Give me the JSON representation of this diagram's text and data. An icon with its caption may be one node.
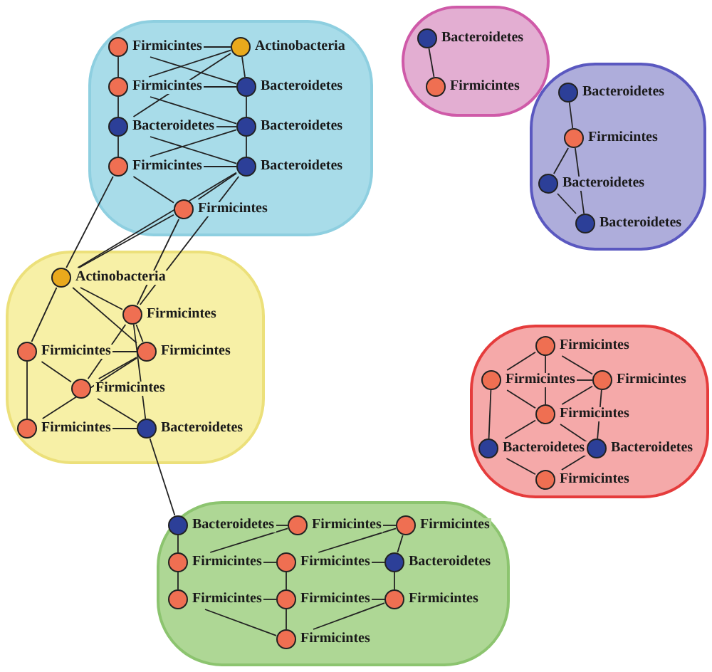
{
  "diagram": {
    "nodes": [
      {
        "text": [],
        "shape": "blob"
      },
      {
        "text": [
          "Actinobacteria"
        ],
        "in": 0
      },
      {
        "text": [
          "Firmicintes"
        ],
        "in": 0
      },
      {
        "text": [
          "Firmicintes"
        ],
        "in": 0
      },
      {
        "text": [
          "Bacteroidetes"
        ],
        "in": 0
      },
      {
        "text": [
          "Bacteroidetes"
        ],
        "in": 0
      },
      {
        "text": [
          "Bacteroidetes"
        ],
        "in": 0
      },
      {
        "text": [
          "Firmicintes"
        ],
        "in": 0
      },
      {
        "text": [
          "Bacteroidetes"
        ],
        "in": 0
      },
      {
        "text": [
          "Firmicintes"
        ],
        "in": 0
      },
      {
        "text": [],
        "shape": "blob"
      },
      {
        "text": [
          "Actinobacteria"
        ],
        "in": 10
      },
      {
        "text": [
          "Firmicintes"
        ],
        "in": 10
      },
      {
        "text": [
          "Firmicintes"
        ],
        "in": 10
      },
      {
        "text": [
          "Firmicintes"
        ],
        "in": 10
      },
      {
        "text": [
          "Firmicintes"
        ],
        "in": 10
      },
      {
        "text": [
          "Firmicintes"
        ],
        "in": 10
      },
      {
        "text": [
          "Bacteroidetes"
        ],
        "in": 10
      },
      {
        "text": [],
        "shape": "blob"
      },
      {
        "text": [
          "Bacteroidetes"
        ],
        "in": 18
      },
      {
        "text": [
          "Firmicintes"
        ],
        "in": 18
      },
      {
        "text": [
          "Firmicintes"
        ],
        "in": 18
      },
      {
        "text": [
          "Firmicintes"
        ],
        "in": 18
      },
      {
        "text": [
          "Firmicintes"
        ],
        "in": 18
      },
      {
        "text": [
          "Bacteroidetes"
        ],
        "in": 18
      },
      {
        "text": [
          "Firmicintes"
        ],
        "in": 18
      },
      {
        "text": [
          "Firmicintes"
        ],
        "in": 18
      },
      {
        "text": [
          "Firmicintes"
        ],
        "in": 18
      },
      {
        "text": [
          "Firmicintes"
        ],
        "in": 18
      },
      {
        "text": [],
        "shape": "blob"
      },
      {
        "text": [
          "Bacteroidetes"
        ],
        "in": 29
      },
      {
        "text": [
          "Firmicintes"
        ],
        "in": 29
      },
      {
        "text": [],
        "shape": "blob"
      },
      {
        "text": [
          "Bacteroidetes"
        ],
        "in": 32
      },
      {
        "text": [
          "Firmicintes"
        ],
        "in": 32
      },
      {
        "text": [
          "Bacteroidetes"
        ],
        "in": 32
      },
      {
        "text": [
          "Bacteroidetes"
        ],
        "in": 32
      },
      {
        "text": [],
        "shape": "blob"
      },
      {
        "text": [
          "Firmicintes"
        ],
        "in": 37
      },
      {
        "text": [
          "Firmicintes"
        ],
        "in": 37
      },
      {
        "text": [
          "Firmicintes"
        ],
        "in": 37
      },
      {
        "text": [
          "Firmicintes"
        ],
        "in": 37
      },
      {
        "text": [
          "Bacteroidetes"
        ],
        "in": 37
      },
      {
        "text": [
          "Bacteroidetes"
        ],
        "in": 37
      },
      {
        "text": [
          "Firmicintes"
        ],
        "in": 37
      }
    ],
    "edges": [
      {
        "from": 1,
        "to": 2,
        "arrow": "none"
      },
      {
        "from": 1,
        "to": 3,
        "arrow": "none"
      },
      {
        "from": 1,
        "to": 4,
        "arrow": "none"
      },
      {
        "from": 1,
        "to": 5,
        "arrow": "none"
      },
      {
        "from": 2,
        "to": 3,
        "arrow": "none"
      },
      {
        "from": 2,
        "to": 4,
        "arrow": "none"
      },
      {
        "from": 3,
        "to": 4,
        "arrow": "none"
      },
      {
        "from": 3,
        "to": 5,
        "arrow": "none"
      },
      {
        "from": 3,
        "to": 6,
        "arrow": "none"
      },
      {
        "from": 4,
        "to": 6,
        "arrow": "none"
      },
      {
        "from": 5,
        "to": 6,
        "arrow": "none"
      },
      {
        "from": 5,
        "to": 7,
        "arrow": "none"
      },
      {
        "from": 5,
        "to": 8,
        "arrow": "none"
      },
      {
        "from": 6,
        "to": 7,
        "arrow": "none"
      },
      {
        "from": 6,
        "to": 8,
        "arrow": "none"
      },
      {
        "from": 7,
        "to": 8,
        "arrow": "none"
      },
      {
        "from": 7,
        "to": 9,
        "arrow": "none"
      },
      {
        "from": 8,
        "to": 9,
        "arrow": "none"
      },
      {
        "from": 7,
        "to": 11,
        "arrow": "none"
      },
      {
        "from": 8,
        "to": 11,
        "arrow": "none"
      },
      {
        "from": 9,
        "to": 11,
        "arrow": "none"
      },
      {
        "from": 9,
        "to": 12,
        "arrow": "none"
      },
      {
        "from": 8,
        "to": 12,
        "arrow": "none"
      },
      {
        "from": 11,
        "to": 12,
        "arrow": "none"
      },
      {
        "from": 11,
        "to": 13,
        "arrow": "none"
      },
      {
        "from": 11,
        "to": 14,
        "arrow": "none"
      },
      {
        "from": 12,
        "to": 14,
        "arrow": "none"
      },
      {
        "from": 12,
        "to": 15,
        "arrow": "none"
      },
      {
        "from": 13,
        "to": 14,
        "arrow": "none"
      },
      {
        "from": 13,
        "to": 15,
        "arrow": "none"
      },
      {
        "from": 13,
        "to": 16,
        "arrow": "none"
      },
      {
        "from": 14,
        "to": 15,
        "arrow": "none"
      },
      {
        "from": 14,
        "to": 16,
        "arrow": "none"
      },
      {
        "from": 15,
        "to": 17,
        "arrow": "none"
      },
      {
        "from": 16,
        "to": 17,
        "arrow": "none"
      },
      {
        "from": 12,
        "to": 17,
        "arrow": "none"
      },
      {
        "from": 17,
        "to": 19,
        "arrow": "none"
      },
      {
        "from": 19,
        "to": 20,
        "arrow": "none"
      },
      {
        "from": 19,
        "to": 22,
        "arrow": "none"
      },
      {
        "from": 20,
        "to": 21,
        "arrow": "none"
      },
      {
        "from": 20,
        "to": 22,
        "arrow": "none"
      },
      {
        "from": 21,
        "to": 23,
        "arrow": "none"
      },
      {
        "from": 21,
        "to": 24,
        "arrow": "none"
      },
      {
        "from": 22,
        "to": 23,
        "arrow": "none"
      },
      {
        "from": 22,
        "to": 25,
        "arrow": "none"
      },
      {
        "from": 23,
        "to": 24,
        "arrow": "none"
      },
      {
        "from": 23,
        "to": 26,
        "arrow": "none"
      },
      {
        "from": 24,
        "to": 27,
        "arrow": "none"
      },
      {
        "from": 25,
        "to": 26,
        "arrow": "none"
      },
      {
        "from": 26,
        "to": 27,
        "arrow": "none"
      },
      {
        "from": 25,
        "to": 28,
        "arrow": "none"
      },
      {
        "from": 26,
        "to": 28,
        "arrow": "none"
      },
      {
        "from": 27,
        "to": 28,
        "arrow": "none"
      },
      {
        "from": 30,
        "to": 31,
        "arrow": "none"
      },
      {
        "from": 33,
        "to": 34,
        "arrow": "none"
      },
      {
        "from": 34,
        "to": 35,
        "arrow": "none"
      },
      {
        "from": 34,
        "to": 36,
        "arrow": "none"
      },
      {
        "from": 35,
        "to": 36,
        "arrow": "none"
      },
      {
        "from": 38,
        "to": 39,
        "arrow": "none"
      },
      {
        "from": 38,
        "to": 40,
        "arrow": "none"
      },
      {
        "from": 38,
        "to": 41,
        "arrow": "none"
      },
      {
        "from": 39,
        "to": 40,
        "arrow": "none"
      },
      {
        "from": 39,
        "to": 41,
        "arrow": "none"
      },
      {
        "from": 40,
        "to": 41,
        "arrow": "none"
      },
      {
        "from": 39,
        "to": 42,
        "arrow": "none"
      },
      {
        "from": 41,
        "to": 42,
        "arrow": "none"
      },
      {
        "from": 41,
        "to": 43,
        "arrow": "none"
      },
      {
        "from": 40,
        "to": 43,
        "arrow": "none"
      },
      {
        "from": 42,
        "to": 44,
        "arrow": "none"
      },
      {
        "from": 43,
        "to": 44,
        "arrow": "none"
      }
    ]
  }
}
